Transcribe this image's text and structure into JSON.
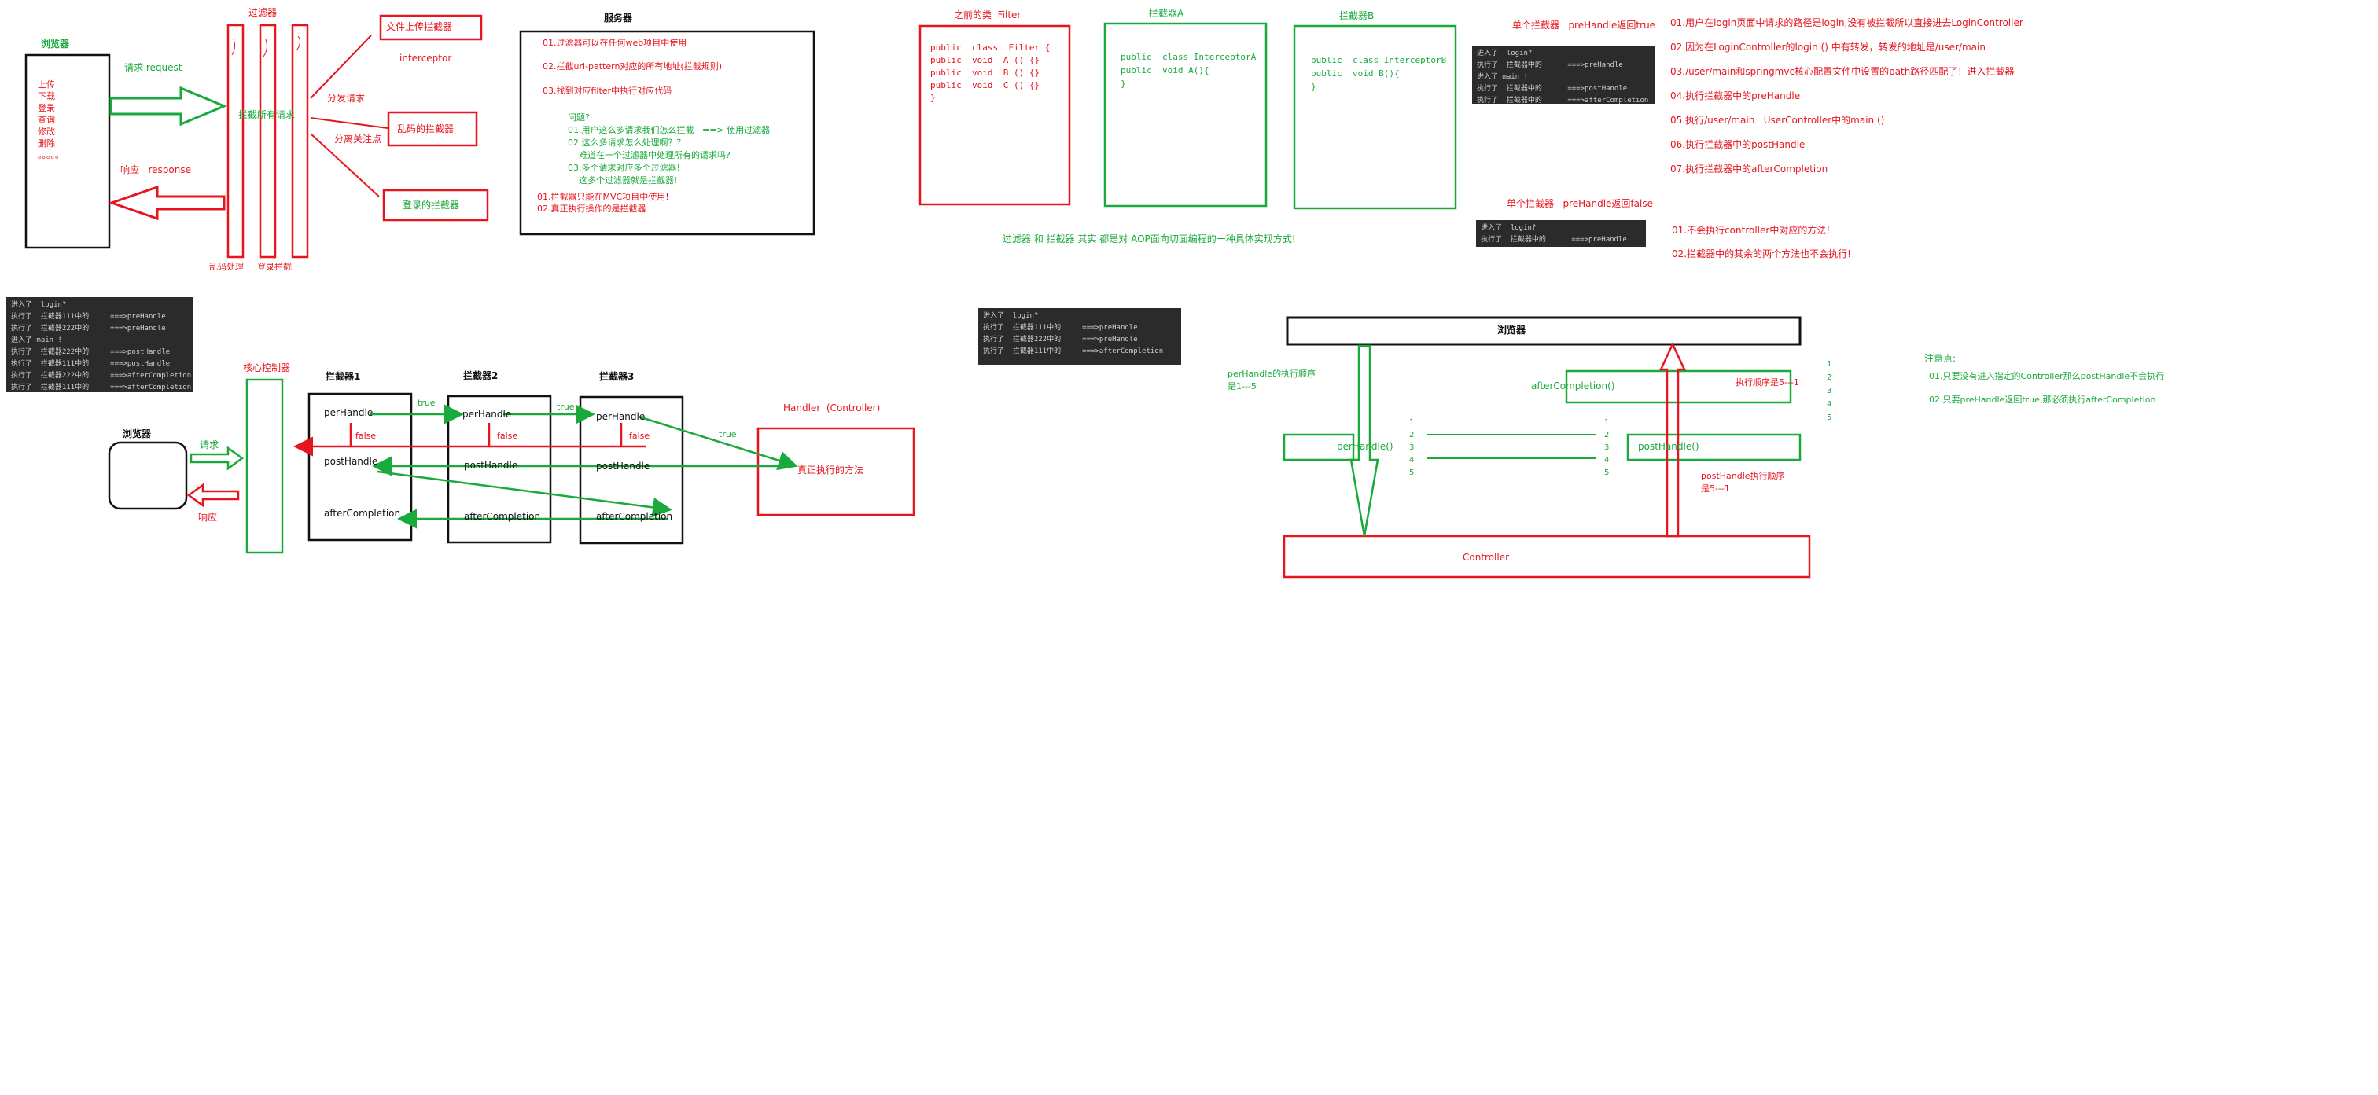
{
  "colors": {
    "red": "#e8141e",
    "green": "#1aaa3c",
    "black": "#111111",
    "terminal_bg": "#2b2b2b"
  },
  "s1": {
    "browser": "浏览器",
    "menu": [
      "上传",
      "下载",
      "登录",
      "查询",
      "修改",
      "删除",
      "。。。。。"
    ],
    "request": "请求 request",
    "response": "响应   response",
    "filter_title": "过滤器",
    "intercept_request": "拦截所有请求",
    "garbled": "乱码处理",
    "login_intercept": "登录拦截",
    "dispatch": "分发请求",
    "concern": "分离关注点",
    "upload_interceptor": "文件上传拦截器",
    "interceptor": "interceptor",
    "garbled_interceptor": "乱码的拦截器",
    "login_interceptor": "登录的拦截器",
    "server_title": "服务器",
    "server_red_1": "01.过滤器可以在任何web项目中使用",
    "server_red_2": "02.拦截url-pattern对应的所有地址(拦截规则)",
    "server_red_3": "03.找到对应filter中执行对应代码",
    "server_green": [
      "问题?",
      "01.用户这么多请求我们怎么拦截   ==> 使用过滤器",
      "02.这么多请求怎么处理啊？？",
      "    难道在一个过滤器中处理所有的请求吗?",
      "03.多个请求对应多个过滤器!",
      "    这多个过滤器就是拦截器!"
    ],
    "server_red_tail": [
      "01.拦截器只能在MVC项目中使用!",
      "02.真正执行操作的是拦截器"
    ]
  },
  "s2": {
    "filter_label": "之前的类  Filter",
    "filter_code": [
      "public  class  Filter {",
      "",
      "public  void  A () {}",
      "public  void  B () {}",
      "public  void  C () {}",
      "",
      "",
      "}"
    ],
    "a_label": "拦截器A",
    "a_code": [
      "public  class InterceptorA",
      "public  void A(){",
      "",
      "}"
    ],
    "b_label": "拦截器B",
    "b_code": [
      "public  class InterceptorB",
      "public  void B(){",
      "",
      "}"
    ],
    "aop_note": "过滤器 和 拦截器 其实 都是对 AOP面向切面编程的一种具体实现方式!"
  },
  "s3": {
    "true_title": "单个拦截器   preHandle返回true",
    "true_console": [
      "进入了  login?",
      "执行了  拦截器中的      ===>preHandle",
      "进入了 main !",
      "执行了  拦截器中的      ===>postHandle",
      "执行了  拦截器中的      ===>afterCompletion"
    ],
    "false_title": "单个拦截器   preHandle返回false",
    "false_console": [
      "进入了  login?",
      "执行了  拦截器中的      ===>preHandle"
    ],
    "steps": [
      "01.用户在login页面中请求的路径是login,没有被拦截所以直接进去LoginController",
      "02.因为在LoginController的login () 中有转发，转发的地址是/user/main",
      "03./user/main和springmvc核心配置文件中设置的path路径匹配了！进入拦截器",
      "04.执行拦截器中的preHandle",
      "05.执行/user/main   UserController中的main ()",
      "06.执行拦截器中的postHandle",
      "07.执行拦截器中的afterCompletion"
    ],
    "false_notes": [
      "01.不会执行controller中对应的方法!",
      "02.拦截器中的其余的两个方法也不会执行!"
    ]
  },
  "s4": {
    "console": [
      "进入了  login?",
      "执行了  拦截器111中的     ===>preHandle",
      "执行了  拦截器222中的     ===>preHandle",
      "进入了 main !",
      "执行了  拦截器222中的     ===>postHandle",
      "执行了  拦截器111中的     ===>postHandle",
      "执行了  拦截器222中的     ===>afterCompletion",
      "执行了  拦截器111中的     ===>afterCompletion"
    ],
    "browser": "浏览器",
    "request": "请求",
    "response": "响应",
    "dispatcher": "核心控制器",
    "i1": "拦截器1",
    "i2": "拦截器2",
    "i3": "拦截器3",
    "perhandle": "perHandle",
    "posthandle": "postHandle",
    "aftercompletion": "afterCompletion",
    "true": "true",
    "false": "false",
    "handler": "Handler  (Controller)",
    "real": "真正执行的方法"
  },
  "s5": {
    "console": [
      "进入了  login?",
      "执行了  拦截器111中的     ===>preHandle",
      "执行了  拦截器222中的     ===>preHandle",
      "执行了  拦截器111中的     ===>afterCompletion"
    ],
    "browser": "浏览器",
    "perhandle": "perHandle()",
    "posthandle": "postHandle()",
    "aftercompletion": "afterCompletion()",
    "controller": "Controller",
    "per_order": [
      "perHandle的执行顺序",
      "是1---5"
    ],
    "post_order": [
      "postHandle执行顺序",
      "是5---1"
    ],
    "after_order": "执行顺序是5---1",
    "nums": [
      "1",
      "2",
      "3",
      "4",
      "5"
    ],
    "notes_title": "注意点:",
    "notes": [
      "01.只要没有进入指定的Controller那么postHandle不会执行",
      "02.只要preHandle返回true,那必须执行afterCompletion"
    ]
  }
}
